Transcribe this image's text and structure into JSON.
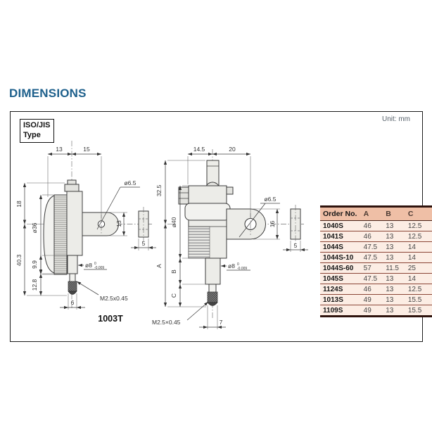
{
  "page": {
    "title": "DIMENSIONS",
    "unit": "Unit: mm",
    "type_badge": {
      "line1": "ISO/JIS",
      "line2": "Type"
    }
  },
  "colors": {
    "title_blue": "#1e608c",
    "table_header_bg": "#efbfa6",
    "table_row_bg": "#fcede4",
    "table_border_dark": "#2e130d",
    "table_border_mid": "#8a4536"
  },
  "left_drawing": {
    "model": "1003T",
    "dims": {
      "width_left": "13",
      "width_right": "15",
      "top_height": "18",
      "dial_dia": "ø36",
      "lower_height": "40.3",
      "stem_len": "9.9",
      "spindle_len": "12.8",
      "hole_dia": "ø6.5",
      "lug_height": "13",
      "plate_thickness": "5",
      "stem_dia": "ø8",
      "tol_upper": "0",
      "tol_lower": "-0.009",
      "thread": "M2.5x0.45",
      "contact_width": "6"
    }
  },
  "right_drawing": {
    "dims": {
      "width_left": "14.5",
      "width_right": "20",
      "top_height": "32.5",
      "body_dia": "ø40",
      "overall": "A",
      "stem_len": "B",
      "spindle_len": "C",
      "hole_dia": "ø6.5",
      "lug_height": "16",
      "plate_thickness": "5",
      "stem_dia": "ø8",
      "tol_upper": "0",
      "tol_lower": "-0.009",
      "thread": "M2.5×0.45",
      "contact_width": "7"
    }
  },
  "table": {
    "headers": [
      "Order No.",
      "A",
      "B",
      "C"
    ],
    "rows": [
      [
        "1040S",
        "46",
        "13",
        "12.5"
      ],
      [
        "1041S",
        "46",
        "13",
        "12.5"
      ],
      [
        "1044S",
        "47.5",
        "13",
        "14"
      ],
      [
        "1044S-10",
        "47.5",
        "13",
        "14"
      ],
      [
        "1044S-60",
        "57",
        "11.5",
        "25"
      ],
      [
        "1045S",
        "47.5",
        "13",
        "14"
      ],
      [
        "1124S",
        "46",
        "13",
        "12.5"
      ],
      [
        "1013S",
        "49",
        "13",
        "15.5"
      ],
      [
        "1109S",
        "49",
        "13",
        "15.5"
      ]
    ]
  }
}
